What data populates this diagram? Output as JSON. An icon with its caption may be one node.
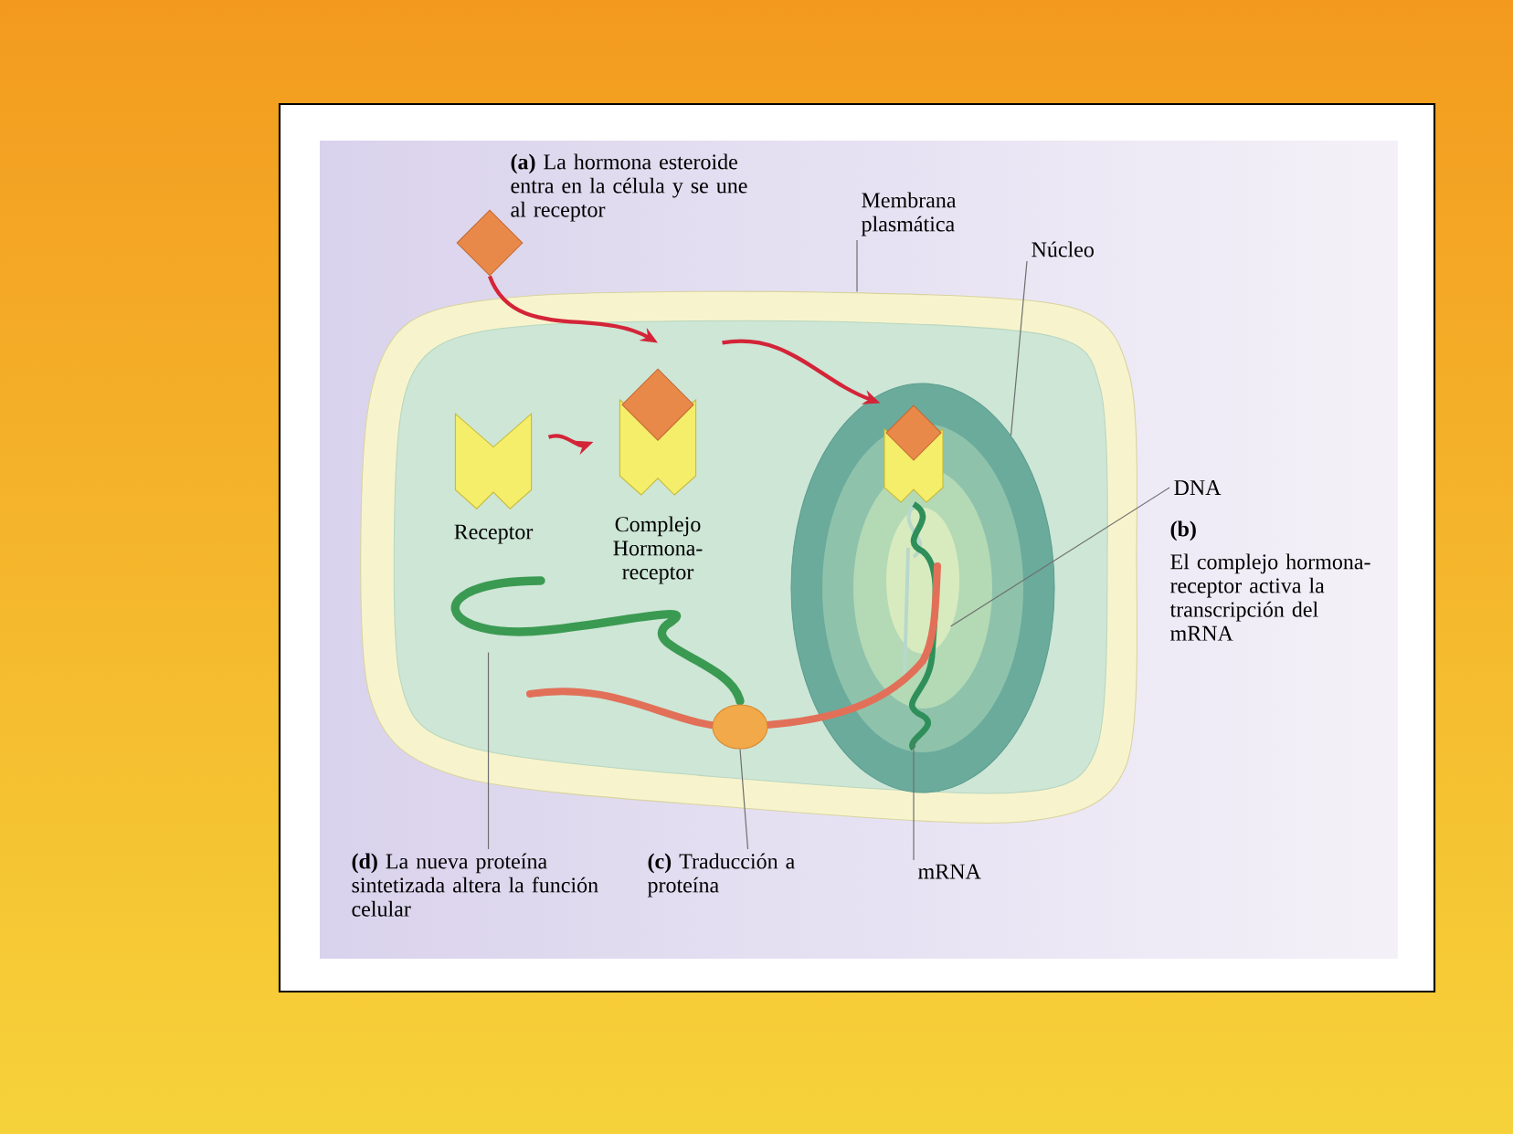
{
  "diagram": {
    "nodes": [
      {
        "text": [],
        "shape": "diamond"
      },
      {
        "text": [],
        "shape": "picture"
      },
      {
        "text": [
          "Receptor"
        ],
        "in": 1
      },
      {
        "text": [
          "Complejo Hormona-receptor"
        ],
        "in": 1
      },
      {
        "text": [],
        "shape": "circle",
        "in": 1
      },
      {
        "text": [],
        "shape": "picture",
        "in": 4
      },
      {
        "text": [],
        "shape": "picture",
        "in": 4
      },
      {
        "text": [],
        "shape": "picture",
        "in": 1
      },
      {
        "text": [],
        "shape": "picture",
        "in": 1
      },
      {
        "text": [],
        "shape": "circle",
        "in": 1
      },
      {
        "text": [
          "Membrana plasmática"
        ]
      },
      {
        "text": [
          "Núcleo"
        ]
      },
      {
        "text": [
          "DNA"
        ]
      },
      {
        "text": [
          "**(d)** La nueva proteína sintetizada altera la función celular"
        ]
      },
      {
        "text": [
          "**(c)** Traducción a proteína"
        ]
      },
      {
        "text": [
          "mRNA"
        ]
      }
    ],
    "edges": [
      {
        "from": 0,
        "to": 3,
        "arrow": "to",
        "style": "thick",
        "color": "#d42438"
      },
      {
        "from": 2,
        "to": 3,
        "arrow": "to",
        "style": "thick",
        "color": "#d42438"
      },
      {
        "from": 3,
        "to": 5,
        "arrow": "to",
        "style": "thick",
        "color": "#d42438"
      },
      {
        "from": 10,
        "to": 1,
        "arrow": "none"
      },
      {
        "from": 11,
        "to": 4,
        "arrow": "none"
      },
      {
        "from": 12,
        "to": 6,
        "arrow": "none"
      },
      {
        "from": 13,
        "to": 7,
        "arrow": "none"
      },
      {
        "from": 14,
        "to": 9,
        "arrow": "none"
      },
      {
        "from": 15,
        "to": 8,
        "arrow": "none"
      }
    ],
    "labels": [
      "**(a)** La hormona esteroide entra en la célula y se une al receptor",
      "**(b)**",
      "El complejo hormona-receptor activa la transcripción del mRNA"
    ]
  }
}
